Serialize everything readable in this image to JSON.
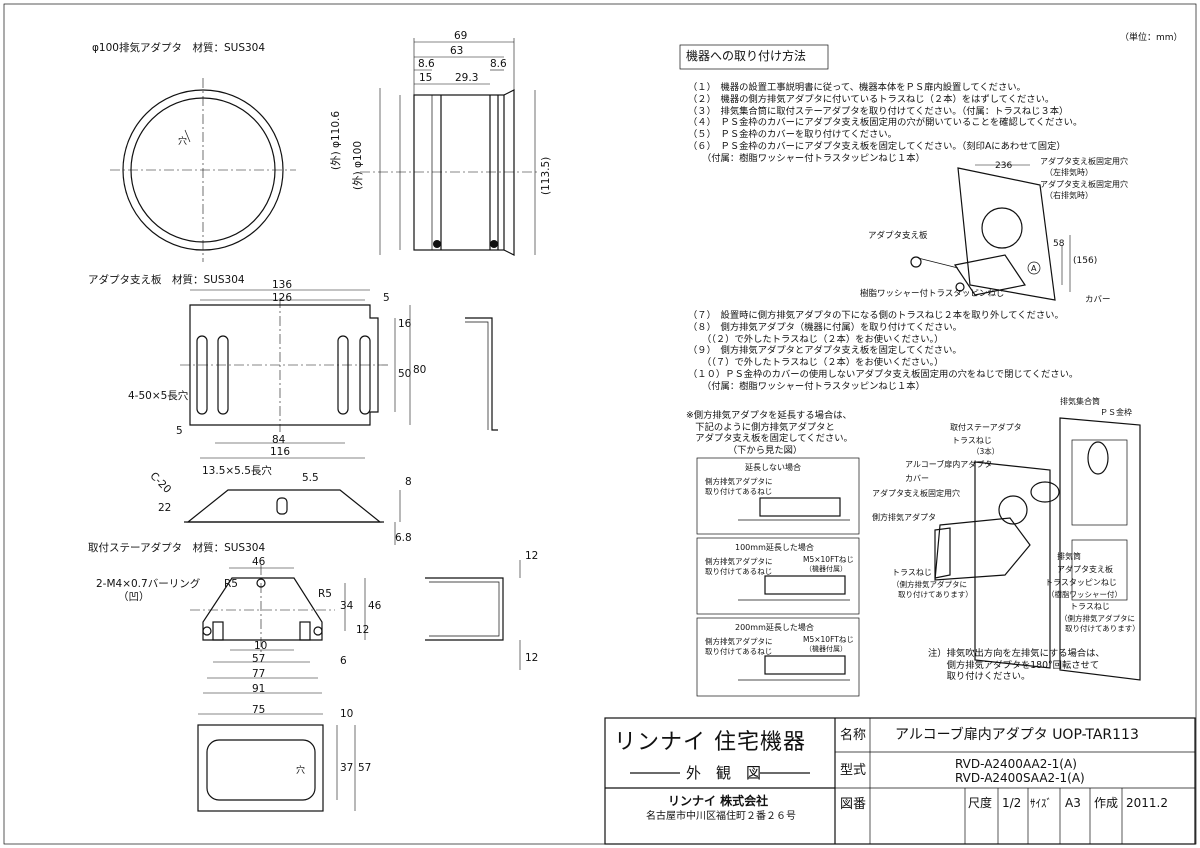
{
  "unit_note": "（単位：mm）",
  "sections": {
    "exhaust_adapter": {
      "title": "φ100排気アダプタ　材質：SUS304",
      "hole_mark": "穴",
      "dims": [
        "69",
        "63",
        "8.6",
        "8.6",
        "15",
        "29.3",
        "(外) φ110.6",
        "(外) φ100",
        "(113.5)"
      ]
    },
    "support_plate": {
      "title": "アダプタ支え板　材質：SUS304",
      "dims": [
        "136",
        "126",
        "5",
        "16",
        "50",
        "80",
        "4-50×5長穴",
        "5",
        "84",
        "116",
        "13.5×5.5長穴",
        "5.5",
        "C-20",
        "22",
        "8",
        "6.8"
      ]
    },
    "stay_adapter": {
      "title": "取付ステーアダプタ　材質：SUS304",
      "dims": [
        "46",
        "2-M4×0.7バーリング",
        "（凹）",
        "R5",
        "R5",
        "34",
        "46",
        "12",
        "10",
        "57",
        "77",
        "91",
        "6",
        "12",
        "12"
      ]
    },
    "bottom_part": {
      "hole_mark": "穴",
      "dims": [
        "75",
        "10",
        "37",
        "57"
      ]
    }
  },
  "mounting": {
    "heading": "機器への取り付け方法",
    "steps1": [
      "（１）　機器の設置工事説明書に従って、機器本体をＰＳ扉内設置してください。",
      "（２）　機器の側方排気アダプタに付いているトラスねじ（２本）をはずしてください。",
      "（３）　排気集合筒に取付ステーアダプタを取り付けてください。（付属：トラスねじ３本）",
      "（４）　ＰＳ金枠のカバーにアダプタ支え板固定用の穴が開いていることを確認してください。",
      "（５）　ＰＳ金枠のカバーを取り付けてください。",
      "（６）　ＰＳ金枠のカバーにアダプタ支え板を固定してください。（刻印Aにあわせて固定）",
      "　　（付属：樹脂ワッシャー付トラスタッピンねじ１本）"
    ],
    "steps2": [
      "（７）　設置時に側方排気アダプタの下になる側のトラスねじ２本を取り外してください。",
      "（８）　側方排気アダプタ（機器に付属）を取り付けてください。",
      "　　（（２）で外したトラスねじ（２本）をお使いください。）",
      "（９）　側方排気アダプタとアダプタ支え板を固定してください。",
      "　　（（７）で外したトラスねじ（２本）をお使いください。）",
      "（１０）ＰＳ金枠のカバーの使用しないアダプタ支え板固定用の穴をねじで閉じてください。",
      "　　（付属：樹脂ワッシャー付トラスタッピンねじ１本）"
    ],
    "fig1_labels": {
      "hole_left": "アダプタ支え板固定用穴",
      "left_exhaust": "（左排気時）",
      "hole_right": "アダプタ支え板固定用穴",
      "right_exhaust": "（右排気時）",
      "support": "アダプタ支え板",
      "washer_screw": "樹脂ワッシャー付トラスタッピンねじ",
      "cover": "カバー",
      "d236": "236",
      "d58": "58",
      "d156": "(156)",
      "mark": "A"
    },
    "extension_note": [
      "※側方排気アダプタを延長する場合は、",
      "　下記のように側方排気アダプタと",
      "　アダプタ支え板を固定してください。",
      "　　　　　（下から見た図）"
    ],
    "ext_boxes": [
      {
        "title": "延長しない場合",
        "label1": "側方排気アダプタに",
        "label2": "取り付けてあるねじ",
        "screw": "",
        "note": ""
      },
      {
        "title": "100mm延長した場合",
        "label1": "側方排気アダプタに",
        "label2": "取り付けてあるねじ",
        "screw": "M5×10FTねじ",
        "note": "（機器付属）"
      },
      {
        "title": "200mm延長した場合",
        "label1": "側方排気アダプタに",
        "label2": "取り付けてあるねじ",
        "screw": "M5×10FTねじ",
        "note": "（機器付属）"
      }
    ],
    "fig2_labels": {
      "collect": "排気集合筒",
      "ps_frame": "ＰＳ金枠",
      "stay": "取付ステーアダプタ",
      "truss": "トラスねじ",
      "three": "（3本）",
      "alcove": "アルコーブ扉内アダプタ",
      "cover": "カバー",
      "hole": "アダプタ支え板固定用穴",
      "side_adapter": "側方排気アダプタ",
      "exhaust_tube": "排気筒",
      "support": "アダプタ支え板",
      "tapping": "トラスタッピンねじ",
      "resin": "（樹脂ワッシャー付）",
      "truss2": "トラスねじ",
      "attached1": "（側方排気アダプタに",
      "attached2": "取り付けてあります）",
      "truss3": "トラスねじ",
      "attached3": "（側方排気アダプタに",
      "attached4": "取り付けてあります）"
    },
    "footnote": [
      "注）排気吹出方向を左排気にする場合は、",
      "　　側方排気アダプタを180°回転させて",
      "　　取り付けください。"
    ]
  },
  "title_block": {
    "company_logo": "リンナイ 住宅機器",
    "drawing_type": "外　観　図",
    "company": "リンナイ 株式会社",
    "address": "名古屋市中川区福住町２番２６号",
    "name_label": "名称",
    "name_value": "アルコーブ扉内アダプタ UOP-TAR113",
    "model_label": "型式",
    "model_value1": "RVD-A2400AA2-1(A)",
    "model_value2": "RVD-A2400SAA2-1(A)",
    "drawing_no_label": "図番",
    "scale_label": "尺度",
    "scale_value": "1/2",
    "size_label": "ｻｲｽﾞ",
    "size_value": "A3",
    "date_label": "作成",
    "date_value": "2011.2"
  }
}
